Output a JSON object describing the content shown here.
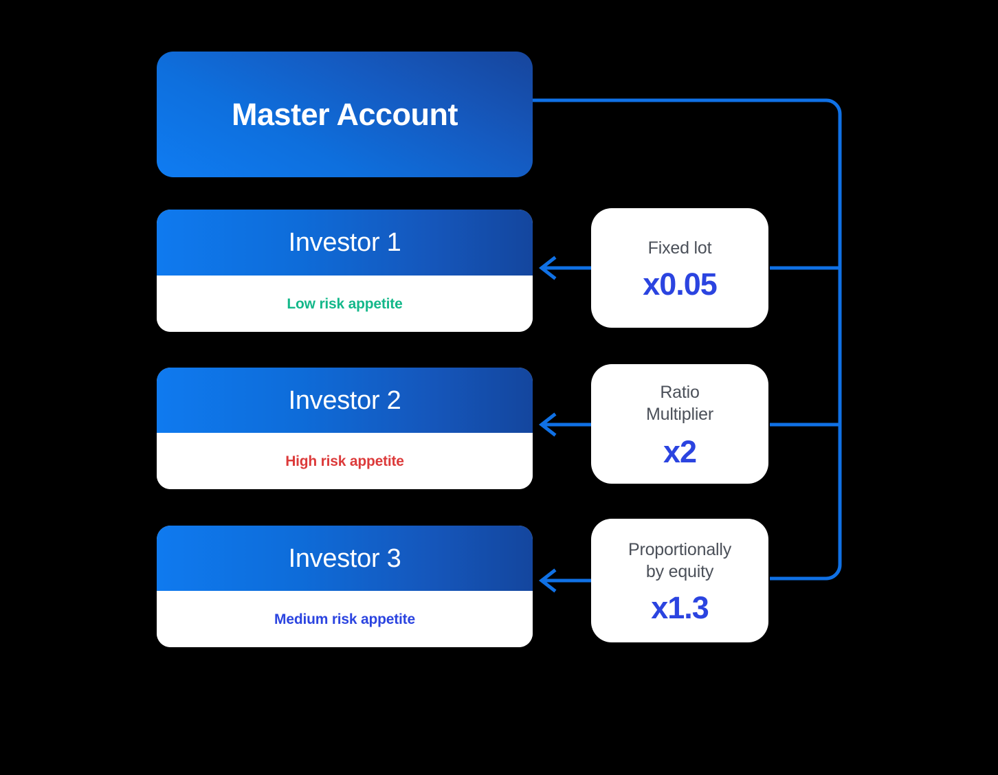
{
  "diagram": {
    "title_text": "Master Account",
    "background_color": "#000000",
    "accent_color": "#1071E5"
  },
  "master": {
    "label": "Master Account",
    "gradient_from": "#0F7CF2",
    "gradient_to": "#17459C"
  },
  "investors": [
    {
      "name": "Investor 1",
      "risk_label": "Low risk appetite",
      "risk_color": "#14B88A"
    },
    {
      "name": "Investor 2",
      "risk_label": "High risk appetite",
      "risk_color": "#DC3A3A"
    },
    {
      "name": "Investor 3",
      "risk_label": "Medium risk appetite",
      "risk_color": "#2B44E0"
    }
  ],
  "rules": [
    {
      "label": "Fixed lot",
      "value": "x0.05",
      "value_color": "#2B44E0"
    },
    {
      "label": "Ratio\nMultiplier",
      "label_line1": "Ratio",
      "label_line2": "Multiplier",
      "value": "x2",
      "value_color": "#2B44E0"
    },
    {
      "label": "Proportionally\nby equity",
      "label_line1": "Proportionally",
      "label_line2": "by equity",
      "value": "x1.3",
      "value_color": "#2B44E0"
    }
  ],
  "connectors": {
    "line_color": "#1071E5",
    "stroke_width": 5,
    "arrow_direction": "left"
  }
}
